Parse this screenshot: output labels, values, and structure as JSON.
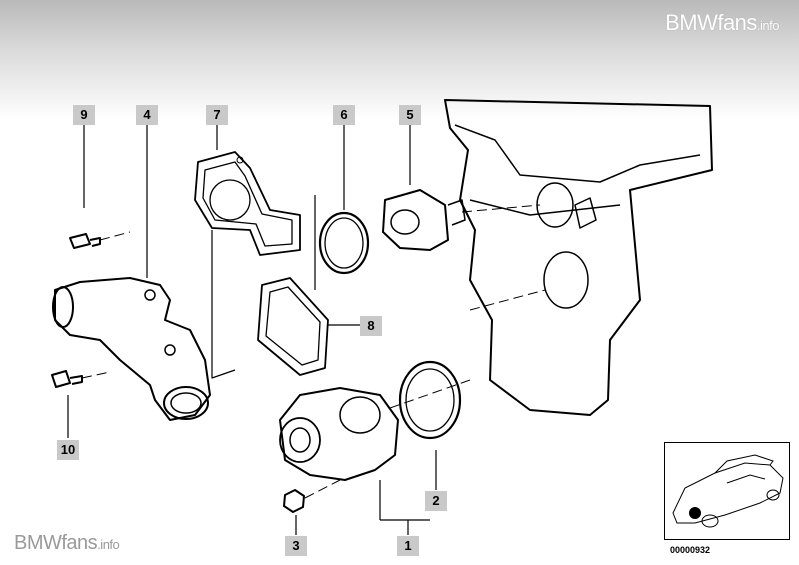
{
  "watermarks": {
    "top": {
      "brand": "BMWfans",
      "suffix": ".info"
    },
    "bottom": {
      "brand": "BMWfans",
      "suffix": ".info"
    }
  },
  "callouts": [
    {
      "id": "9",
      "label": "9"
    },
    {
      "id": "4",
      "label": "4"
    },
    {
      "id": "7",
      "label": "7"
    },
    {
      "id": "6",
      "label": "6"
    },
    {
      "id": "5",
      "label": "5"
    },
    {
      "id": "8",
      "label": "8"
    },
    {
      "id": "10",
      "label": "10"
    },
    {
      "id": "2",
      "label": "2"
    },
    {
      "id": "3",
      "label": "3"
    },
    {
      "id": "1",
      "label": "1"
    }
  ],
  "inset": {
    "diagram_code": "00000932"
  },
  "colors": {
    "callout_bg": "#c9c9c9",
    "line": "#000000",
    "header_gradient": "#b9b9b9"
  }
}
